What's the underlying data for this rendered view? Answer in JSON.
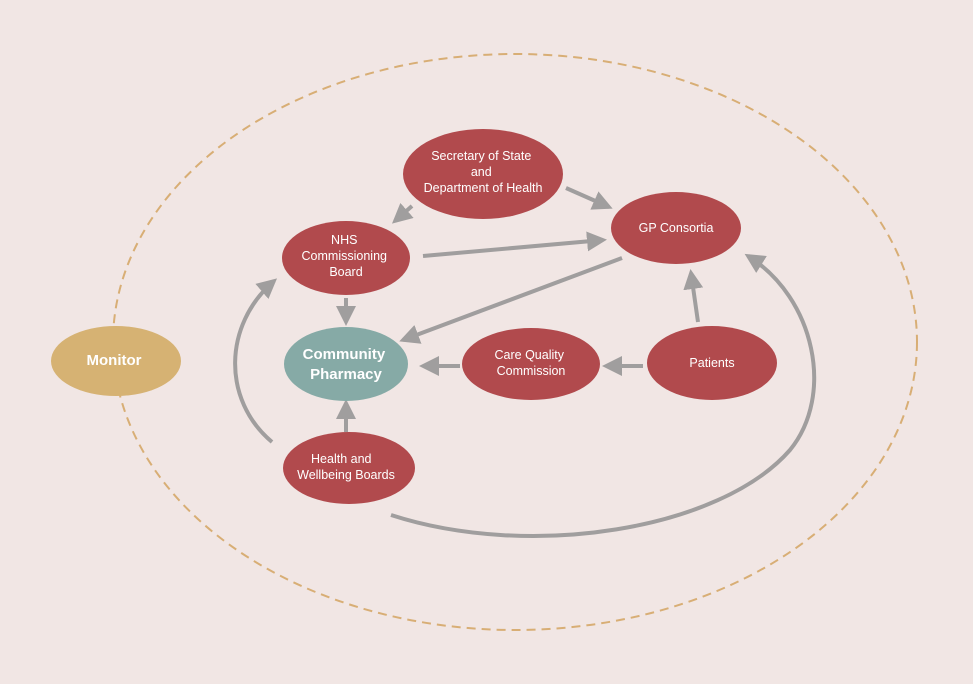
{
  "colors": {
    "background": "#f1e6e4",
    "node_red": "#b14a4d",
    "node_teal": "#86aaa6",
    "node_gold": "#d6b273",
    "arrow": "#a09e9e",
    "ring": "#d8ae75"
  },
  "nodes": {
    "secretary": {
      "label_lines": [
        "Secretary of State",
        "and",
        "Department of Health"
      ]
    },
    "gp": {
      "label_lines": [
        "GP Consortia"
      ]
    },
    "nhs": {
      "label_lines": [
        "NHS",
        "Commissioning",
        "Board"
      ]
    },
    "community": {
      "label_lines": [
        "Community",
        "Pharmacy"
      ]
    },
    "cqc": {
      "label_lines": [
        "Care Quality",
        "Commission"
      ]
    },
    "patients": {
      "label_lines": [
        "Patients"
      ]
    },
    "hwb": {
      "label_lines": [
        "Health and",
        "Wellbeing Boards"
      ]
    },
    "monitor": {
      "label_lines": [
        "Monitor"
      ]
    }
  },
  "edges": [
    {
      "from": "secretary",
      "to": "nhs"
    },
    {
      "from": "secretary",
      "to": "gp"
    },
    {
      "from": "nhs",
      "to": "gp"
    },
    {
      "from": "nhs",
      "to": "community"
    },
    {
      "from": "gp",
      "to": "community"
    },
    {
      "from": "cqc",
      "to": "community"
    },
    {
      "from": "patients",
      "to": "cqc"
    },
    {
      "from": "patients",
      "to": "gp"
    },
    {
      "from": "hwb",
      "to": "community"
    },
    {
      "from": "hwb",
      "to": "nhs"
    },
    {
      "from": "hwb",
      "to": "gp"
    }
  ]
}
